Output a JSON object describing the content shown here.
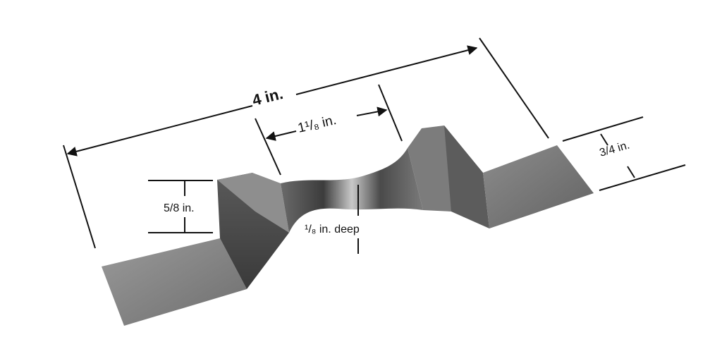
{
  "labels": {
    "overall_length": "4 in.",
    "neck_length": "1¹/₈ in.",
    "step_height": "5/8 in.",
    "width": "3/4 in.",
    "dimple_depth": "¹/₈ in. deep"
  },
  "colors": {
    "metal_light": "#b4b4b4",
    "metal_mid": "#8a8a8a",
    "metal_dark": "#4a4a4a",
    "line": "#111111"
  }
}
